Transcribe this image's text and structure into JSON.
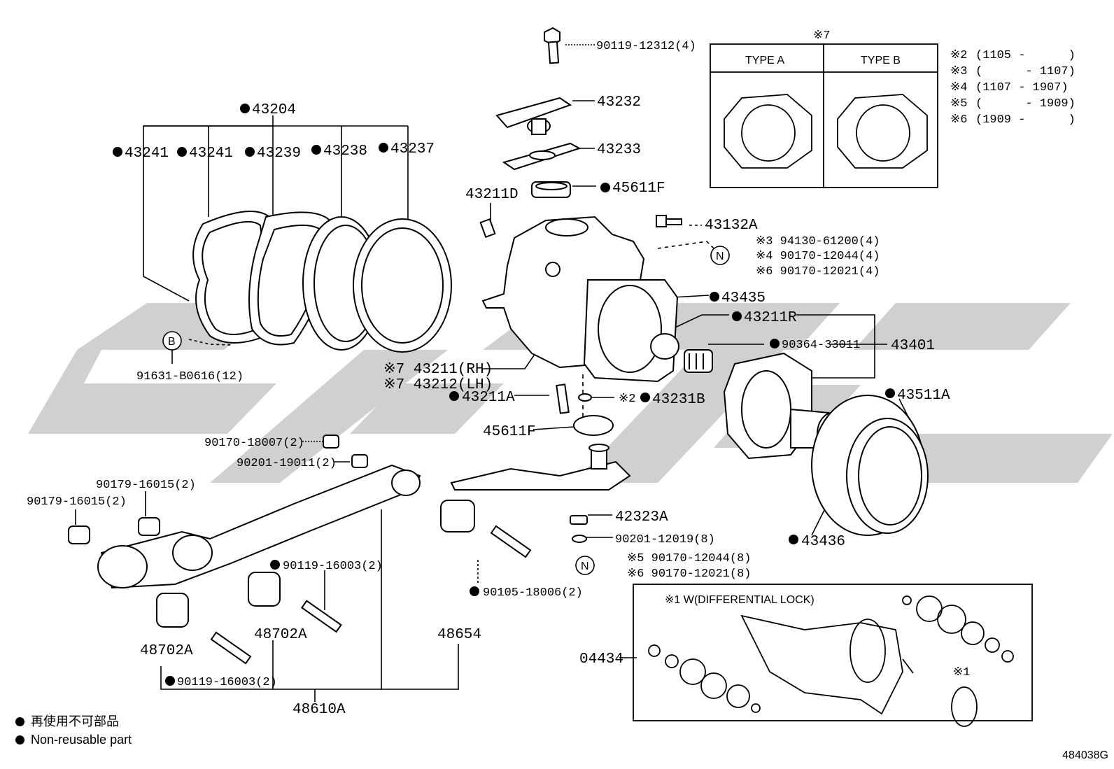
{
  "watermark": {
    "color": "#d0d0d0"
  },
  "labels": {
    "p90119_12312": "90119-12312(4)",
    "p43204": "43204",
    "p43241_a": "43241",
    "p43241_b": "43241",
    "p43239": "43239",
    "p43238": "43238",
    "p43237": "43237",
    "p43232": "43232",
    "p43233": "43233",
    "p45611f_top": "45611F",
    "p43211d": "43211D",
    "p43132a": "43132A",
    "n_note3": "※3 94130-61200(4)",
    "n_note4": "※4 90170-12044(4)",
    "n_note6": "※6 90170-12021(4)",
    "p43435": "43435",
    "p43211r": "43211R",
    "p90364": "90364-33011",
    "p43401": "43401",
    "p91631": "91631-B0616(12)",
    "p43211_rh": "※7 43211(RH)",
    "p43212_lh": "※7 43212(LH)",
    "p43211a": "43211A",
    "p43231b_note": "※2",
    "p43231b": "43231B",
    "p43511a": "43511A",
    "p45611f_bot": "45611F",
    "p90170_18007": "90170-18007(2)",
    "p90201_19011": "90201-19011(2)",
    "p90179_16015_a": "90179-16015(2)",
    "p90179_16015_b": "90179-16015(2)",
    "p42323a": "42323A",
    "p90201_12019": "90201-12019(8)",
    "n2_note5": "※5 90170-12044(8)",
    "n2_note6": "※6 90170-12021(8)",
    "p43436": "43436",
    "p90119_16003_a": "90119-16003(2)",
    "p90105_18006": "90105-18006(2)",
    "p48702a_a": "48702A",
    "p48702a_b": "48702A",
    "p48654": "48654",
    "p90119_16003_b": "90119-16003(2)",
    "p48610a": "48610A",
    "p04434": "04434",
    "diff_lock": "※1 W(DIFFERENTIAL LOCK)",
    "note1": "※1",
    "circle_b": "B",
    "circle_n1": "N",
    "circle_n2": "N"
  },
  "type_box": {
    "note": "※7",
    "type_a": "TYPE A",
    "type_b": "TYPE B"
  },
  "date_notes": [
    {
      "mark": "※2",
      "range": "(1105 -      )"
    },
    {
      "mark": "※3",
      "range": "(      - 1107)"
    },
    {
      "mark": "※4",
      "range": "(1107 - 1907)"
    },
    {
      "mark": "※5",
      "range": "(      - 1909)"
    },
    {
      "mark": "※6",
      "range": "(1909 -      )"
    }
  ],
  "legend": {
    "jp": "再使用不可部品",
    "en": "Non-reusable part"
  },
  "diagram_code": "484038G"
}
